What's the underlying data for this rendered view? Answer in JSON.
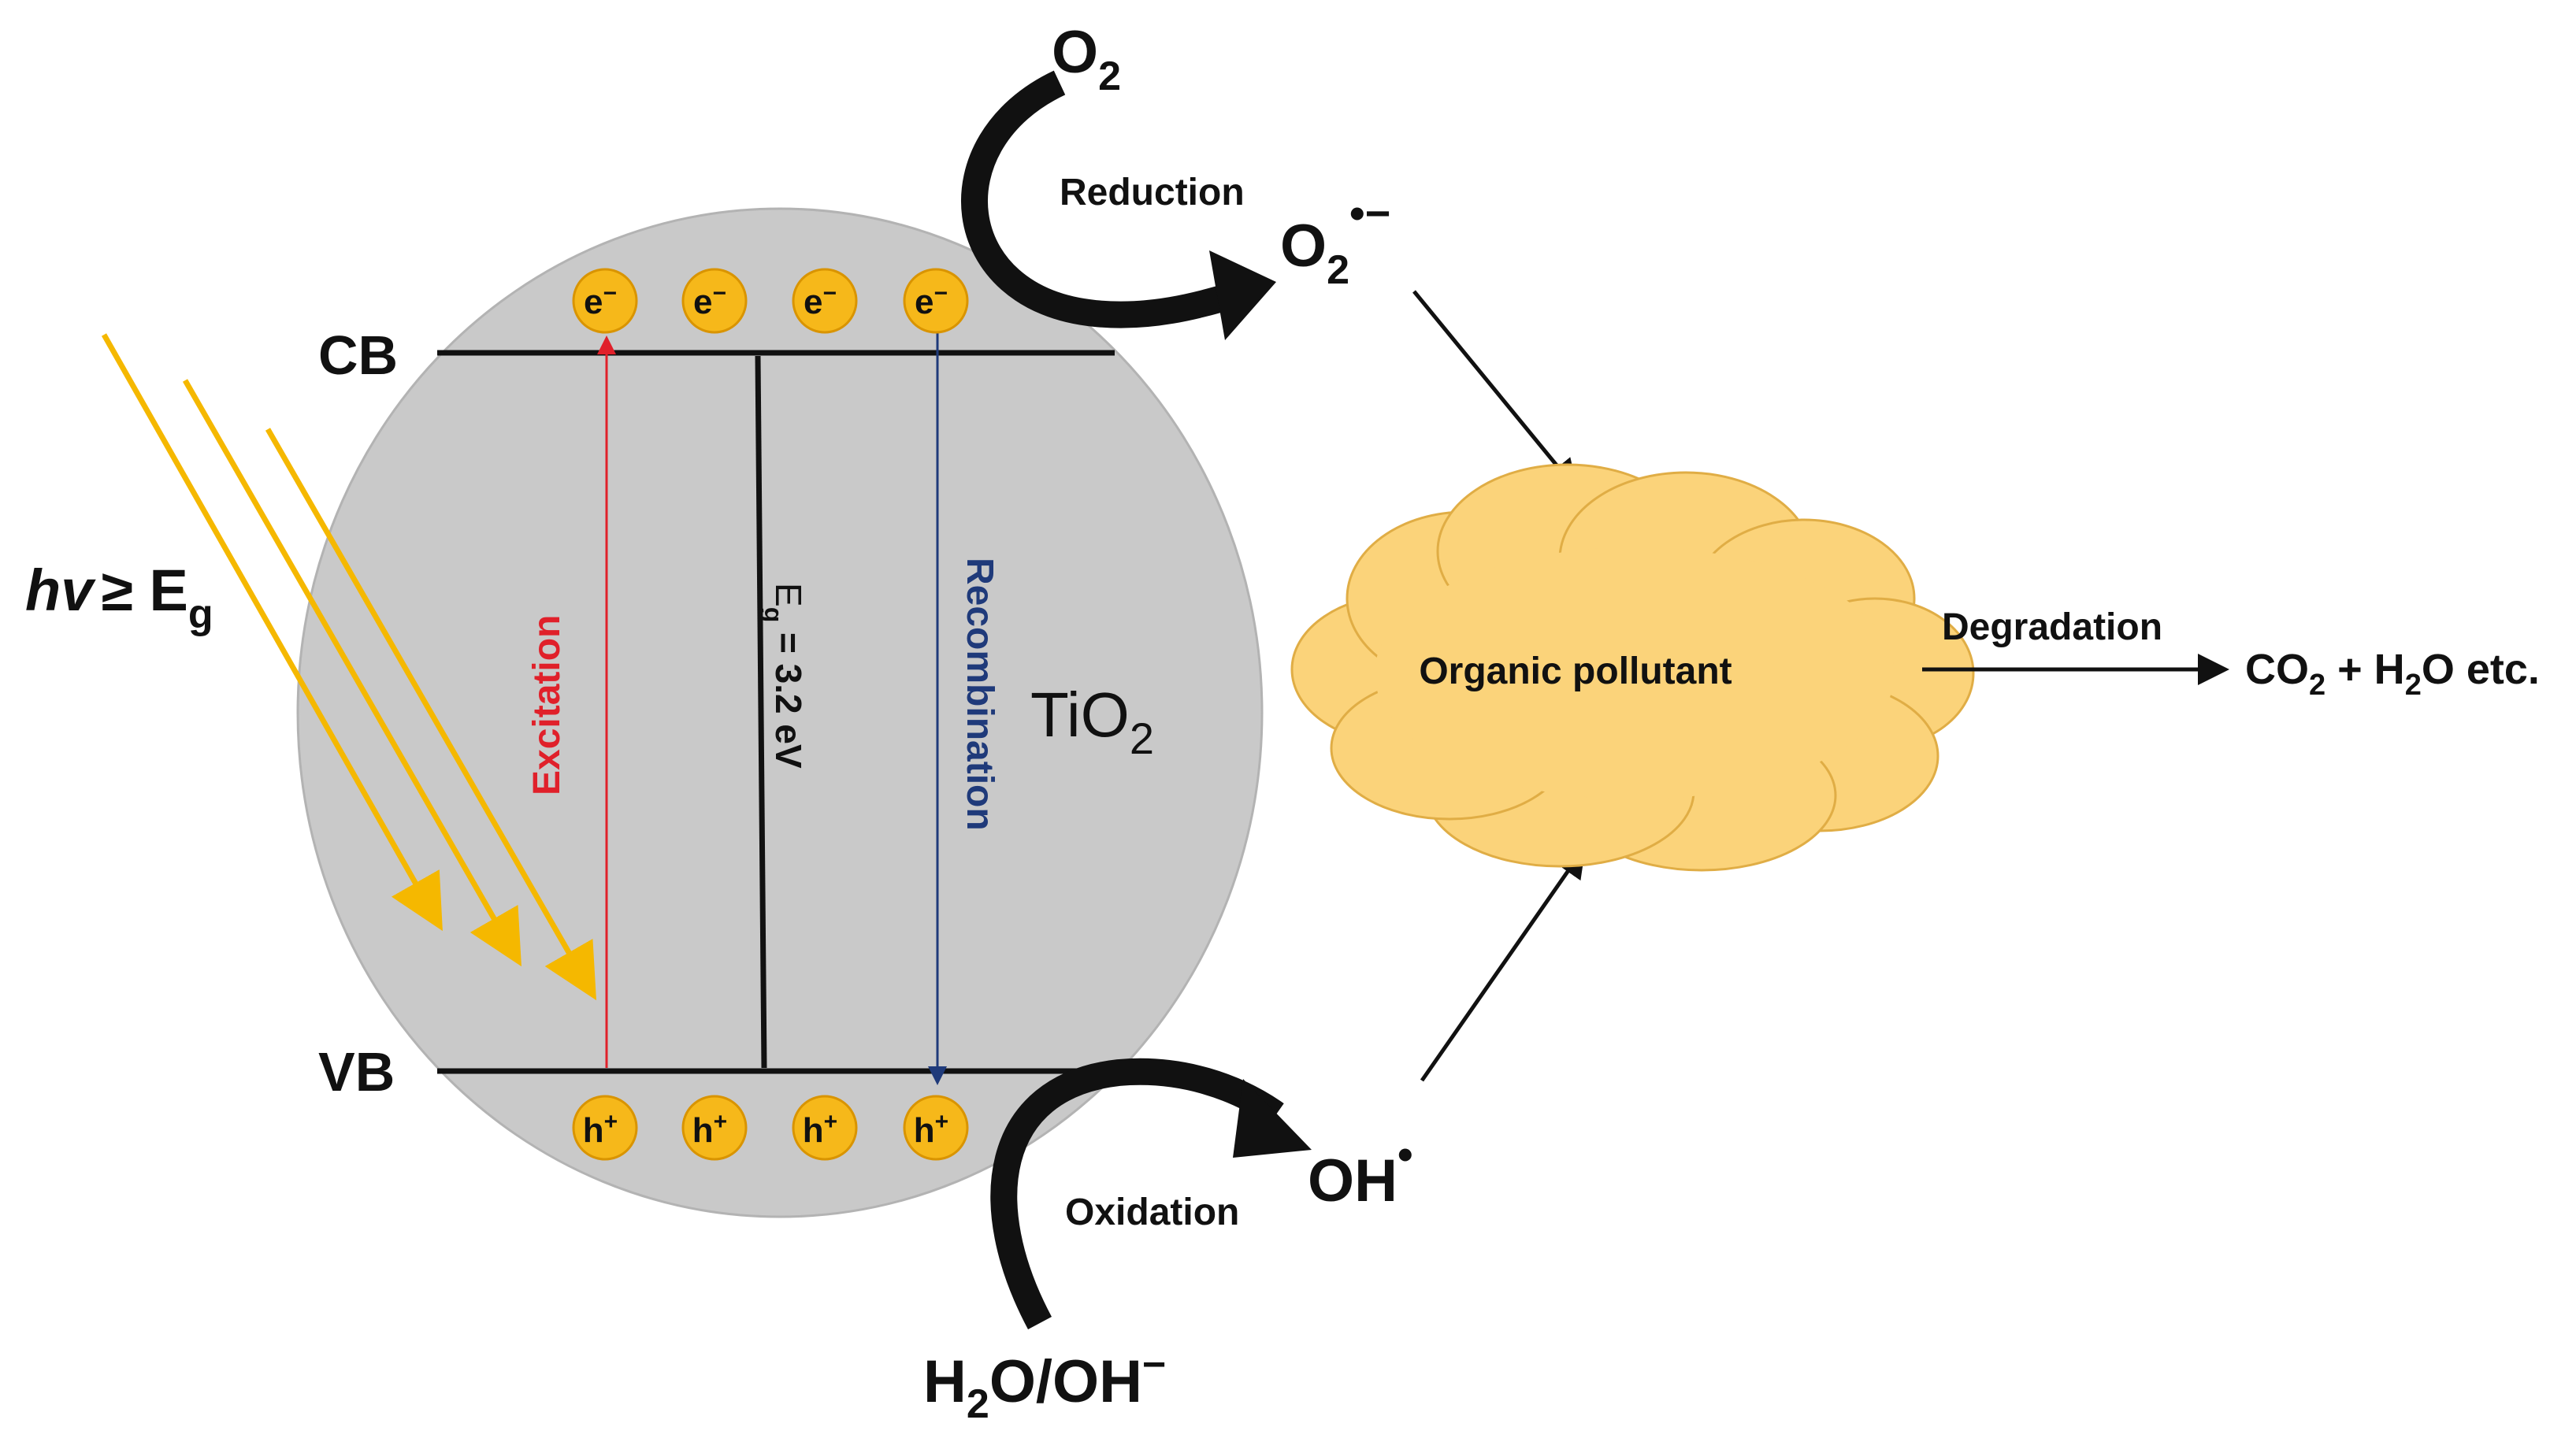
{
  "light": {
    "hv": "hv",
    "ge": "≥ E",
    "sub_g": "g"
  },
  "bands": {
    "cb": "CB",
    "vb": "VB"
  },
  "particle": {
    "name": "TiO",
    "sub": "2"
  },
  "electron": "e",
  "electron_sup": "−",
  "hole": "h",
  "hole_sup": "+",
  "excitation": "Excitation",
  "recombination": "Recombination",
  "gap": {
    "E": "E",
    "sub": "g",
    "value": " = 3.2 eV"
  },
  "reduction": {
    "label": "Reduction",
    "reactant": "O",
    "reactant_sub": "2",
    "product": "O",
    "product_sub": "2",
    "product_sup": "•−"
  },
  "oxidation": {
    "label": "Oxidation",
    "reactant_H": "H",
    "reactant_sub": "2",
    "reactant_rest": "O/OH",
    "reactant_sup": "−",
    "product": "OH",
    "product_sup": "•"
  },
  "pollutant": "Organic pollutant",
  "degradation": "Degradation",
  "products": {
    "co": "CO",
    "sub1": "2",
    "plus": " + H",
    "sub2": "2",
    "rest": "O etc."
  },
  "colors": {
    "particle": "#c9c9c9",
    "carrier_fill": "#f6b81a",
    "carrier_stroke": "#d99400",
    "light_ray": "#f5b800",
    "excitation": "#e0202a",
    "recombination": "#1f3a7a",
    "cloud": "#fbd37a"
  }
}
